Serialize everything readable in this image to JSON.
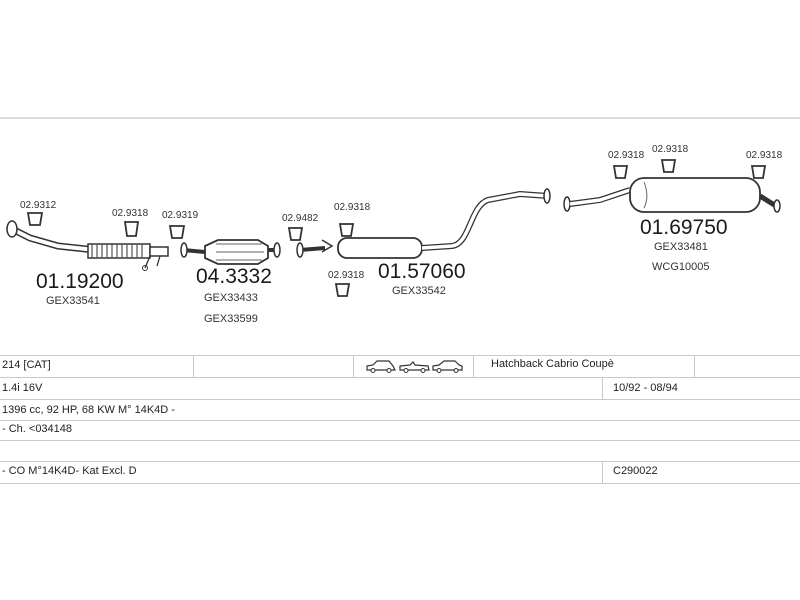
{
  "parts": {
    "p1": {
      "code": "01.19200",
      "refs": [
        "GEX33541"
      ],
      "clip": "02.9312"
    },
    "p2": {
      "code": "04.3332",
      "refs": [
        "GEX33433",
        "GEX33599"
      ],
      "clip_a": "02.9318",
      "clip_b": "02.9319"
    },
    "p3": {
      "code": "01.57060",
      "refs": [
        "GEX33542"
      ],
      "clip_a": "02.9482",
      "clip_b": "02.9318",
      "clip_c": "02.9318"
    },
    "p4": {
      "code": "01.69750",
      "refs": [
        "GEX33481",
        "WCG10005"
      ],
      "clip_a": "02.9318",
      "clip_b": "02.9318",
      "clip_c": "02.9318"
    }
  },
  "table": {
    "model": "214  [CAT]",
    "body_types": "Hatchback Cabrio Coupè",
    "engine": "1.4i 16V",
    "years": "10/92 - 08/94",
    "spec": "1396 cc, 92 HP, 68 KW M° 14K4D -",
    "chassis": "- Ch. <034148",
    "notes": "- CO M°14K4D- Kat Excl. D",
    "catalog_code": "C290022"
  },
  "icons": {
    "body_icons": [
      "hatchback-car-icon",
      "cabrio-car-icon",
      "coupe-car-icon"
    ]
  }
}
